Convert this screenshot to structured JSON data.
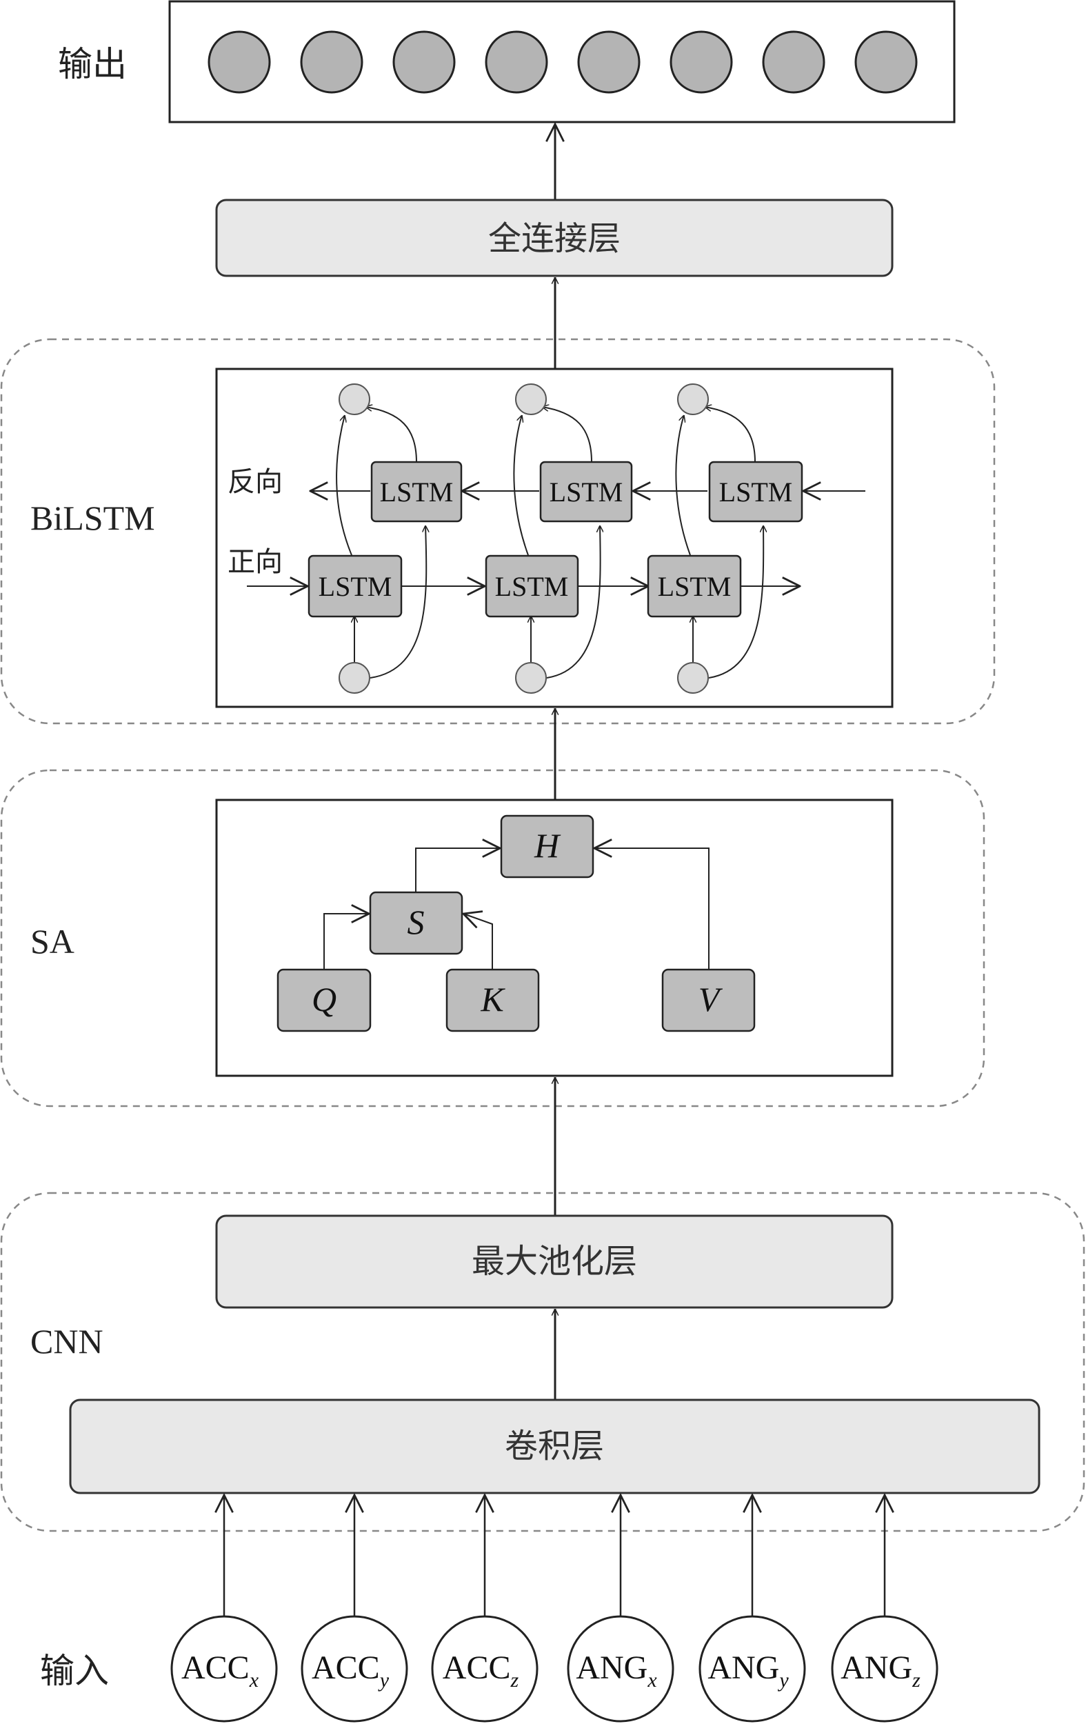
{
  "labels": {
    "output": "输出",
    "bilstm": "BiLSTM",
    "sa": "SA",
    "cnn": "CNN",
    "input": "输入",
    "backward": "反向",
    "forward": "正向"
  },
  "boxes": {
    "fully_connected": "全连接层",
    "max_pooling": "最大池化层",
    "convolution": "卷积层",
    "lstm": "LSTM"
  },
  "sa_nodes": {
    "h": "H",
    "s": "S",
    "q": "Q",
    "k": "K",
    "v": "V"
  },
  "inputs": [
    {
      "base": "ACC",
      "sub": "x"
    },
    {
      "base": "ACC",
      "sub": "y"
    },
    {
      "base": "ACC",
      "sub": "z"
    },
    {
      "base": "ANG",
      "sub": "x"
    },
    {
      "base": "ANG",
      "sub": "y"
    },
    {
      "base": "ANG",
      "sub": "z"
    }
  ],
  "output_nodes": 8,
  "colors": {
    "box_fill": "#e8e8e8",
    "node_fill": "#b4b4b4",
    "small_node_fill": "#dcdcdc",
    "lstm_fill": "#bdbdbd",
    "dashed_border": "#888888"
  }
}
